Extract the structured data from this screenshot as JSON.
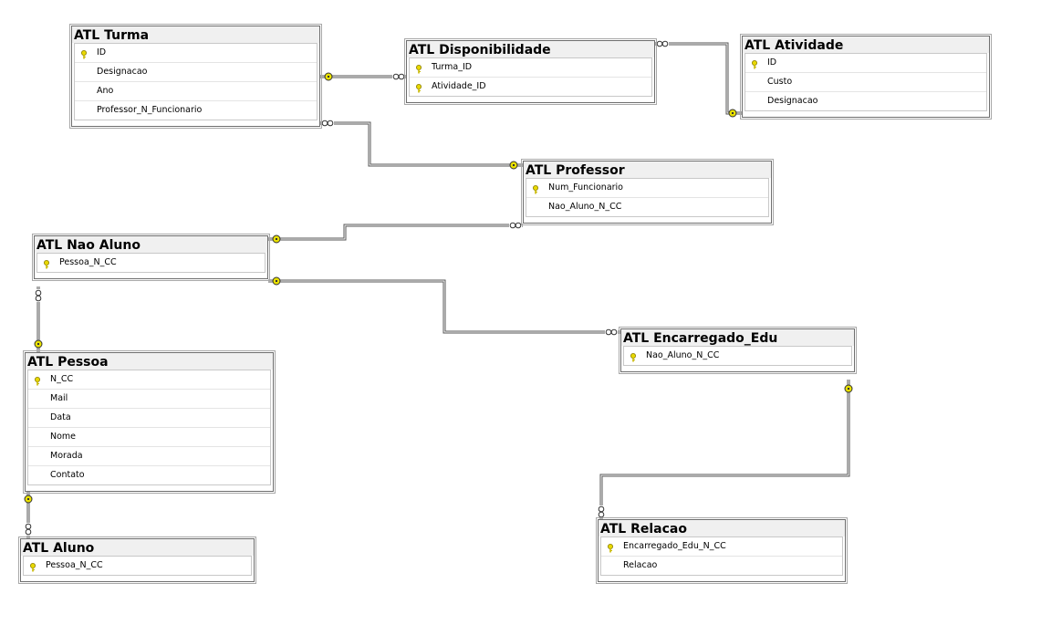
{
  "tables": [
    {
      "id": "turma",
      "title": "ATL Turma",
      "columns": [
        {
          "name": "ID",
          "pk": true
        },
        {
          "name": "Designacao",
          "pk": false
        },
        {
          "name": "Ano",
          "pk": false
        },
        {
          "name": "Professor_N_Funcionario",
          "pk": false
        }
      ]
    },
    {
      "id": "disponibilidade",
      "title": "ATL Disponibilidade",
      "columns": [
        {
          "name": "Turma_ID",
          "pk": true
        },
        {
          "name": "Atividade_ID",
          "pk": true
        }
      ]
    },
    {
      "id": "atividade",
      "title": "ATL Atividade",
      "columns": [
        {
          "name": "ID",
          "pk": true
        },
        {
          "name": "Custo",
          "pk": false
        },
        {
          "name": "Designacao",
          "pk": false
        }
      ]
    },
    {
      "id": "professor",
      "title": "ATL Professor",
      "columns": [
        {
          "name": "Num_Funcionario",
          "pk": true
        },
        {
          "name": "Nao_Aluno_N_CC",
          "pk": false
        }
      ]
    },
    {
      "id": "naoaluno",
      "title": "ATL Nao Aluno",
      "columns": [
        {
          "name": "Pessoa_N_CC",
          "pk": true
        }
      ]
    },
    {
      "id": "pessoa",
      "title": "ATL Pessoa",
      "columns": [
        {
          "name": "N_CC",
          "pk": true
        },
        {
          "name": "Mail",
          "pk": false
        },
        {
          "name": "Data",
          "pk": false
        },
        {
          "name": "Nome",
          "pk": false
        },
        {
          "name": "Morada",
          "pk": false
        },
        {
          "name": "Contato",
          "pk": false
        }
      ]
    },
    {
      "id": "encarregado",
      "title": "ATL Encarregado_Edu",
      "columns": [
        {
          "name": "Nao_Aluno_N_CC",
          "pk": true
        }
      ]
    },
    {
      "id": "aluno",
      "title": "ATL Aluno",
      "columns": [
        {
          "name": "Pessoa_N_CC",
          "pk": true
        }
      ]
    },
    {
      "id": "relacao",
      "title": "ATL Relacao",
      "columns": [
        {
          "name": "Encarregado_Edu_N_CC",
          "pk": true
        },
        {
          "name": "Relacao",
          "pk": false
        }
      ]
    }
  ],
  "relationships": [
    {
      "from": "turma",
      "to": "disponibilidade",
      "one_end": "turma",
      "many_end": "disponibilidade"
    },
    {
      "from": "atividade",
      "to": "disponibilidade",
      "one_end": "atividade",
      "many_end": "disponibilidade"
    },
    {
      "from": "professor",
      "to": "turma",
      "one_end": "professor",
      "many_end": "turma"
    },
    {
      "from": "naoaluno",
      "to": "professor",
      "one_end": "naoaluno",
      "many_end": "professor"
    },
    {
      "from": "naoaluno",
      "to": "encarregado",
      "one_end": "naoaluno",
      "many_end": "encarregado"
    },
    {
      "from": "pessoa",
      "to": "naoaluno",
      "one_end": "pessoa",
      "many_end": "naoaluno"
    },
    {
      "from": "pessoa",
      "to": "aluno",
      "one_end": "pessoa",
      "many_end": "aluno"
    },
    {
      "from": "encarregado",
      "to": "relacao",
      "one_end": "encarregado",
      "many_end": "relacao"
    }
  ],
  "colors": {
    "key": "#e8d800",
    "connector": "#444444",
    "one_marker": "#e8e000"
  }
}
